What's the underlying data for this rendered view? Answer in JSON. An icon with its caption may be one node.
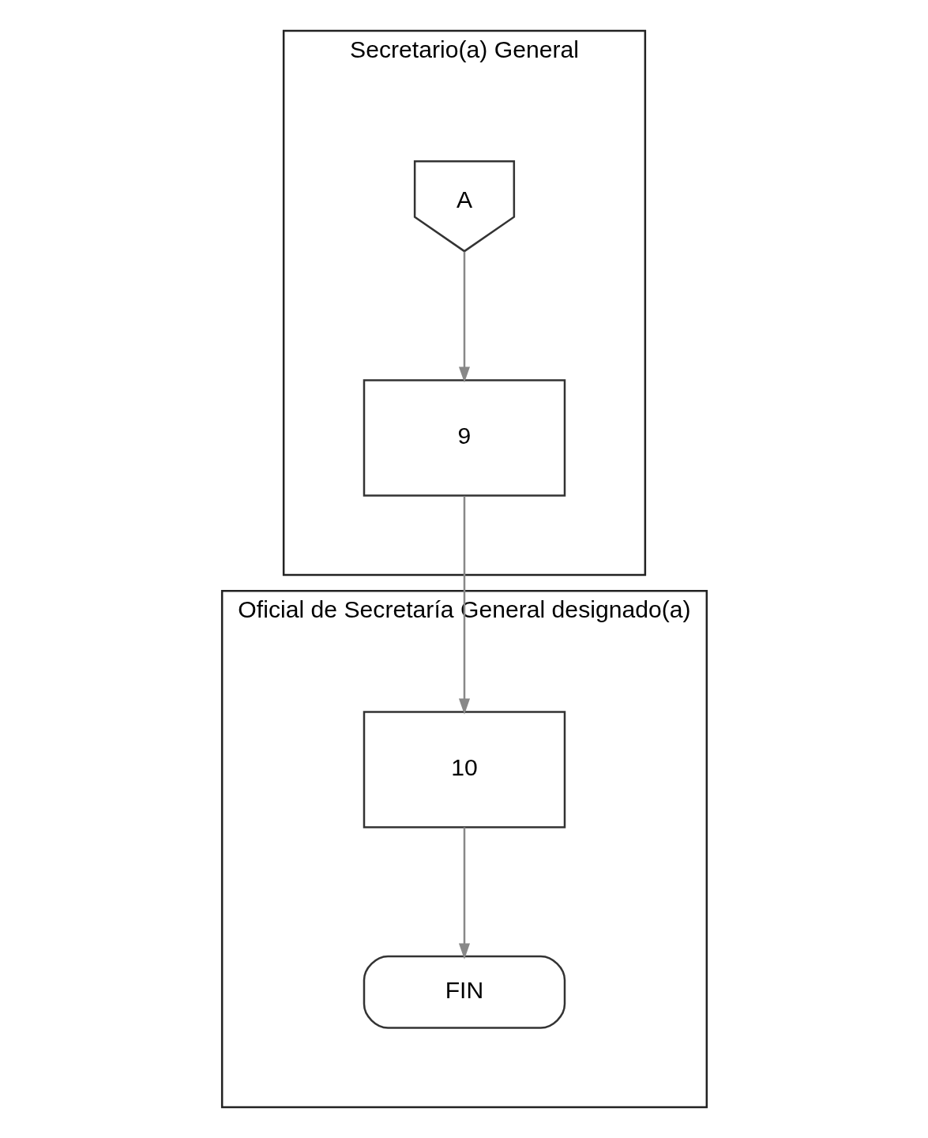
{
  "diagram": {
    "nodes": [
      {
        "text": [
          "Secretario(a) General"
        ]
      },
      {
        "text": [
          "A"
        ],
        "in": 0
      },
      {
        "text": [
          "9"
        ],
        "in": 0
      },
      {
        "text": [
          "Oficial de Secretaría General designado(a)"
        ]
      },
      {
        "text": [
          "10"
        ],
        "in": 3
      },
      {
        "text": [
          "FIN"
        ],
        "in": 3
      }
    ],
    "edges": [
      {
        "from": 1,
        "to": 2,
        "arrow": "to"
      },
      {
        "from": 2,
        "to": 4,
        "arrow": "to"
      },
      {
        "from": 4,
        "to": 5,
        "arrow": "to"
      }
    ]
  }
}
